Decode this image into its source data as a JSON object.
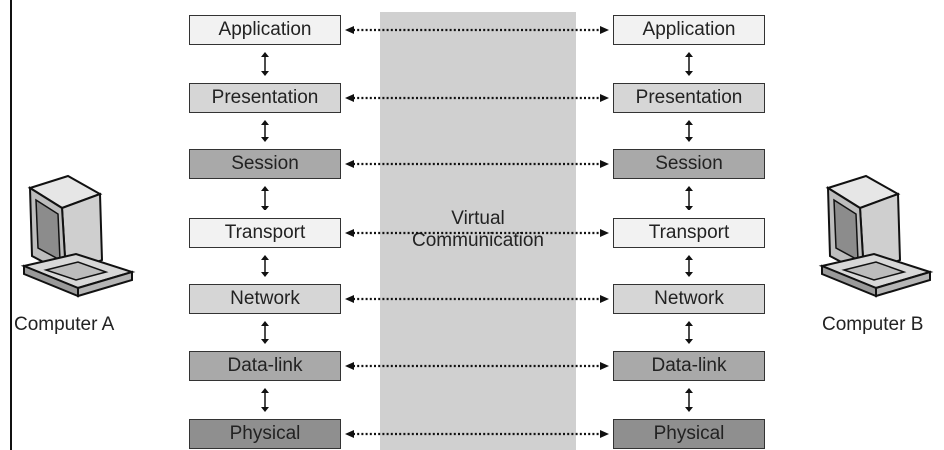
{
  "computer_a": {
    "label": "Computer A",
    "icon": "desktop-computer-icon"
  },
  "computer_b": {
    "label": "Computer B",
    "icon": "desktop-computer-icon"
  },
  "virtual": {
    "line1": "Virtual",
    "line2": "Communication",
    "color": "#d0d0d0"
  },
  "layers": [
    {
      "name": "Application"
    },
    {
      "name": "Presentation"
    },
    {
      "name": "Session"
    },
    {
      "name": "Transport"
    },
    {
      "name": "Network"
    },
    {
      "name": "Data-link"
    },
    {
      "name": "Physical"
    }
  ]
}
